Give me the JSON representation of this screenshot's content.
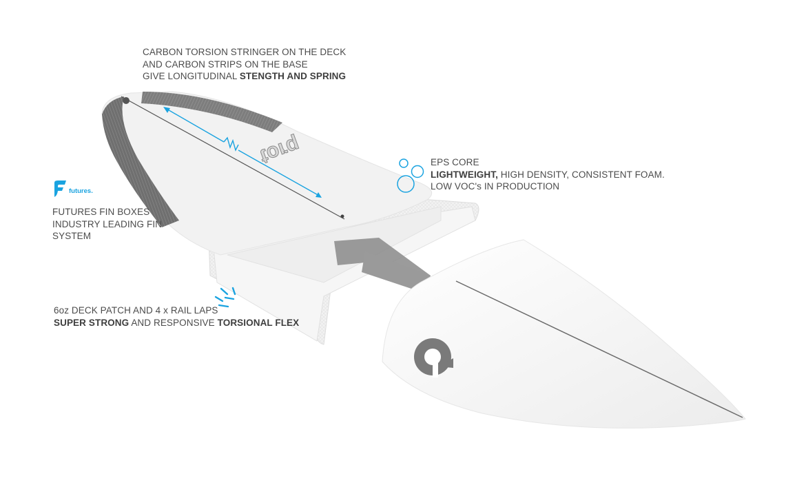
{
  "colors": {
    "accent": "#1aa3e0",
    "carbon": "#7a7a7a",
    "board": "#f2f2f2",
    "text": "#4b4b4b"
  },
  "callouts": {
    "stringer": {
      "line1": "CARBON TORSION STRINGER ON THE DECK",
      "line2": "AND CARBON STRIPS ON THE BASE",
      "line3_plain": "GIVE LONGITUDINAL ",
      "line3_bold": "STENGTH AND SPRING"
    },
    "core": {
      "line1": "EPS CORE",
      "line2_bold": "LIGHTWEIGHT,",
      "line2_plain": " HIGH DENSITY, CONSISTENT FOAM.",
      "line3": "LOW VOC's IN PRODUCTION"
    },
    "fins": {
      "logo_text": "futures.",
      "line1": "FUTURES FIN BOXES",
      "line2": "INDUSTRY LEADING FIN",
      "line3": "SYSTEM"
    },
    "lamination": {
      "line1": "6oz DECK PATCH AND 4 x RAIL LAPS",
      "line2_bold_a": "SUPER STRONG",
      "line2_plain": " AND RESPONSIVE ",
      "line2_bold_b": "TORSIONAL FLEX"
    }
  },
  "board": {
    "deck_logo_text": "torq"
  },
  "icons": {
    "stringer": "double-arrow-spring-icon",
    "core": "bubbles-icon",
    "lamination": "burst-lines-icon",
    "brand": "futures-logo-icon",
    "nose": "torq-circle-logo-icon"
  }
}
